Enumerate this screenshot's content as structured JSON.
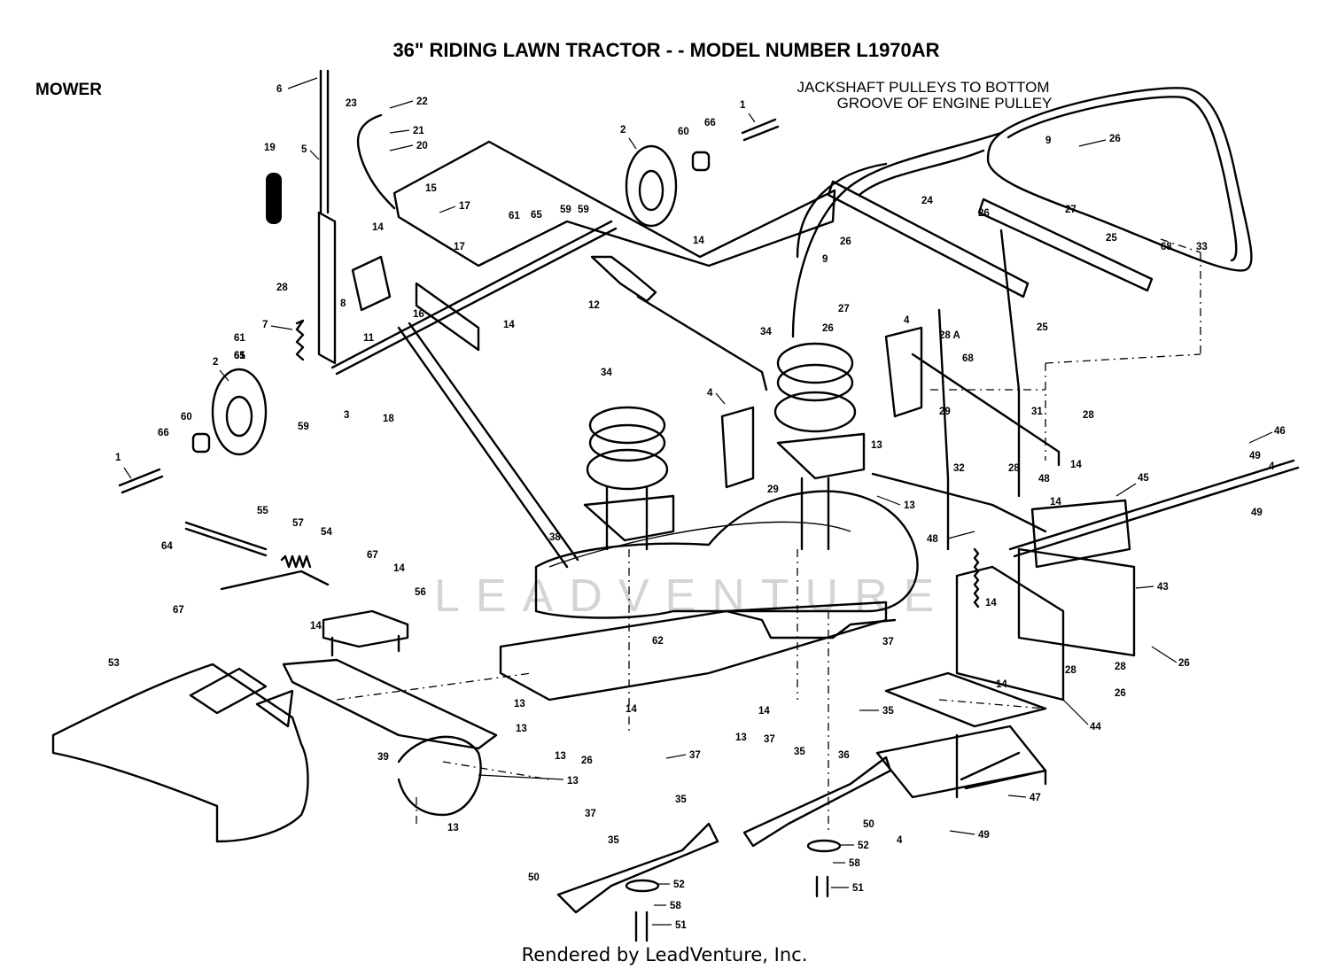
{
  "header": {
    "title": "36\" RIDING LAWN TRACTOR - - MODEL NUMBER L1970AR",
    "section": "MOWER"
  },
  "note": {
    "line1": "JACKSHAFT PULLEYS TO BOTTOM",
    "line2": "GROOVE OF ENGINE PULLEY"
  },
  "watermark": "LEADVENTURE",
  "footer": "Rendered by LeadVenture, Inc.",
  "callouts": [
    "1",
    "1",
    "2",
    "2",
    "3",
    "4",
    "4",
    "4",
    "4",
    "5",
    "6",
    "7",
    "8",
    "9",
    "9",
    "11",
    "12",
    "13",
    "13",
    "13",
    "13",
    "13",
    "13",
    "13",
    "13",
    "14",
    "14",
    "14",
    "14",
    "14",
    "14",
    "14",
    "14",
    "14",
    "14",
    "14",
    "15",
    "16",
    "17",
    "17",
    "18",
    "19",
    "20",
    "21",
    "22",
    "23",
    "24",
    "25",
    "25",
    "26",
    "26",
    "26",
    "26",
    "26",
    "26",
    "26",
    "27",
    "27",
    "28",
    "28",
    "28",
    "28",
    "28",
    "28 A",
    "29",
    "29",
    "31",
    "32",
    "33",
    "34",
    "34",
    "35",
    "35",
    "35",
    "35",
    "36",
    "37",
    "37",
    "37",
    "37",
    "38",
    "39",
    "43",
    "44",
    "45",
    "46",
    "47",
    "48",
    "48",
    "49",
    "49",
    "49",
    "50",
    "50",
    "51",
    "51",
    "52",
    "52",
    "53",
    "54",
    "55",
    "56",
    "57",
    "58",
    "58",
    "59",
    "59",
    "59",
    "60",
    "60",
    "61",
    "61",
    "61",
    "62",
    "64",
    "65",
    "65",
    "65",
    "66",
    "66",
    "67",
    "67",
    "68",
    "68"
  ]
}
